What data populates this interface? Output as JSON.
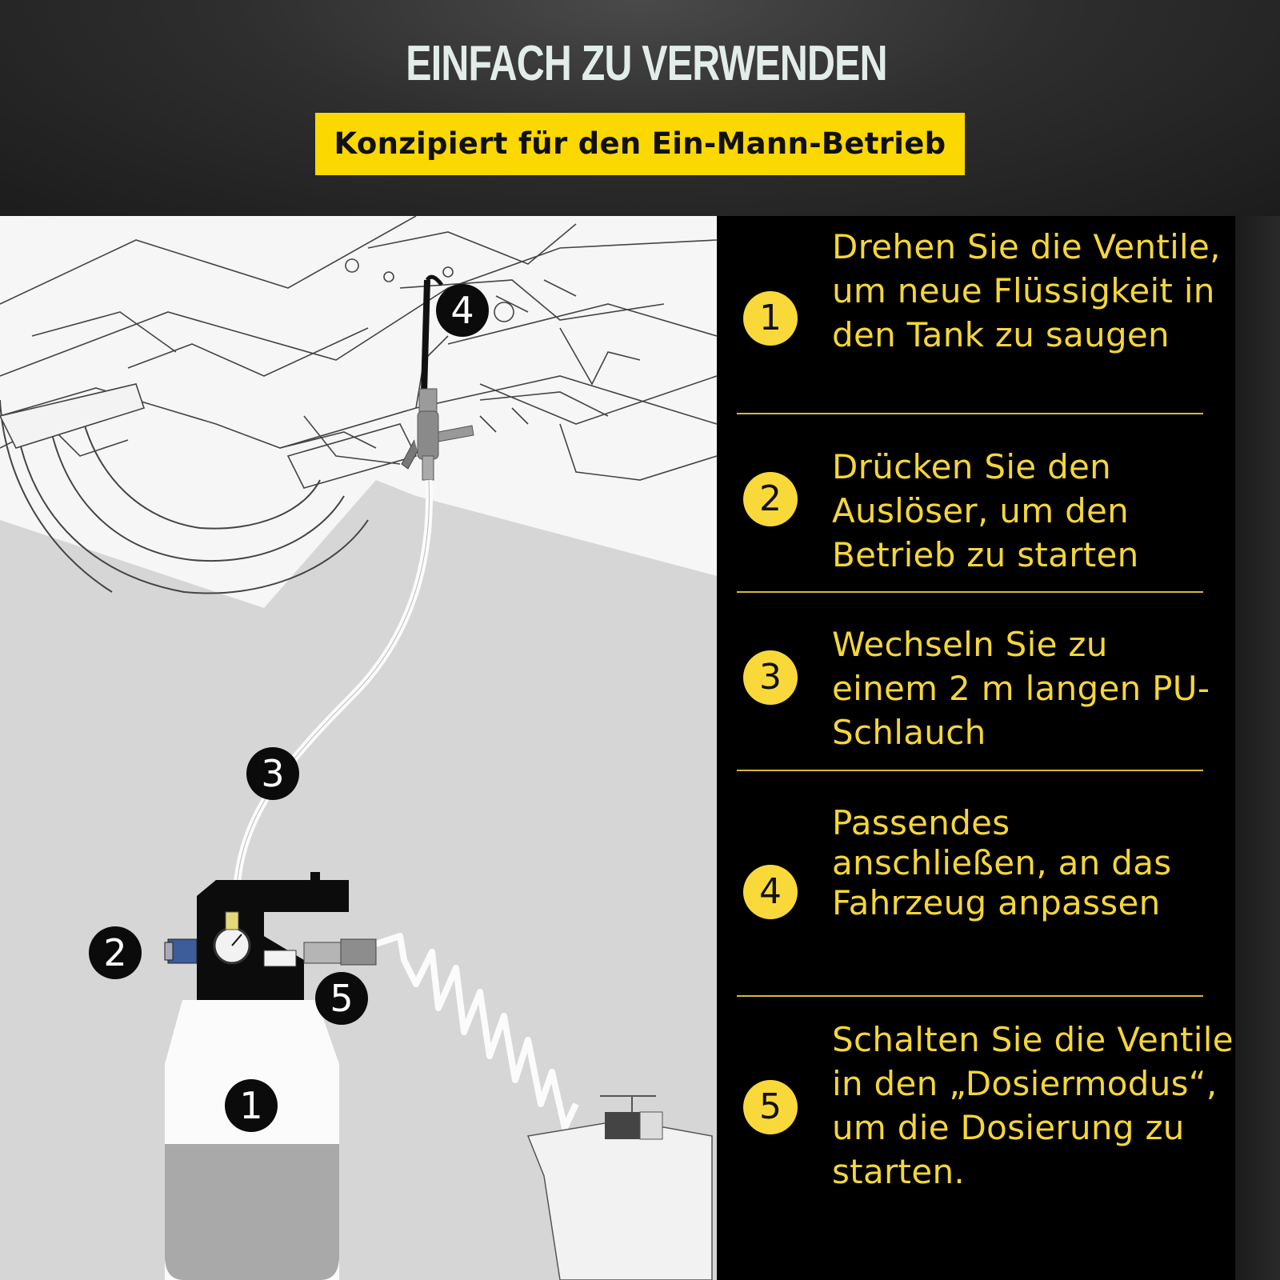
{
  "header": {
    "title": "EINFACH ZU VERWENDEN",
    "subtitle": "Konzipiert für den Ein-Mann-Betrieb"
  },
  "illustration": {
    "callouts": [
      "1",
      "2",
      "3",
      "4",
      "5"
    ]
  },
  "steps": [
    {
      "number": "1",
      "text": "Drehen Sie die Ventile, um neue Flüssigkeit in den Tank zu saugen"
    },
    {
      "number": "2",
      "text": "Drücken Sie den Auslöser, um den Betrieb zu starten"
    },
    {
      "number": "3",
      "text": "Wechseln Sie zu einem 2 m langen PU-Schlauch"
    },
    {
      "number": "4",
      "text": "Passendes anschließen, an das Fahrzeug anpassen"
    },
    {
      "number": "5",
      "text": "Schalten Sie die Ventile in den „Dosiermodus“, um die Dosierung zu starten."
    }
  ],
  "colors": {
    "accent_yellow": "#fbd800",
    "step_text": "#f4d63a",
    "panel": "#000000"
  }
}
